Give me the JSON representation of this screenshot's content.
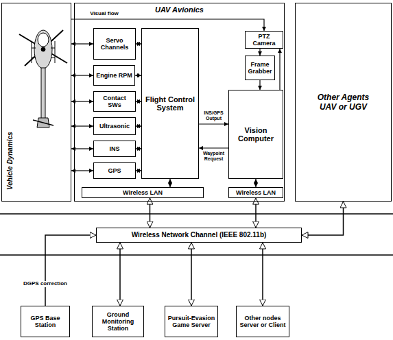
{
  "diagram": {
    "nodes": [
      {
        "text": [
          "Vehicle Dynamics"
        ]
      },
      {
        "text": [
          "UAV Avionics"
        ]
      },
      {
        "text": [
          "Servo Channels"
        ],
        "in": 1
      },
      {
        "text": [
          "Engine RPM"
        ],
        "in": 1
      },
      {
        "text": [
          "Contact SWs"
        ],
        "in": 1
      },
      {
        "text": [
          "Ultrasonic"
        ],
        "in": 1
      },
      {
        "text": [
          "INS"
        ],
        "in": 1
      },
      {
        "text": [
          "GPS"
        ],
        "in": 1
      },
      {
        "text": [
          "Flight Control System"
        ],
        "in": 1
      },
      {
        "text": [
          "PTZ Camera"
        ],
        "in": 1
      },
      {
        "text": [
          "Frame Grabber"
        ],
        "in": 1
      },
      {
        "text": [
          "Vision Computer"
        ],
        "in": 1
      },
      {
        "text": [
          "Wireless LAN"
        ],
        "in": 1
      },
      {
        "text": [
          "Wireless LAN"
        ],
        "in": 1
      },
      {
        "text": [
          "Other Agents UAV or UGV"
        ]
      },
      {
        "text": [
          "Wireless Network Channel (IEEE 802.11b)"
        ]
      },
      {
        "text": [
          "GPS Base Station"
        ]
      },
      {
        "text": [
          "Ground Monitoring Station"
        ]
      },
      {
        "text": [
          "Pursuit-Evasion Game Server"
        ]
      },
      {
        "text": [
          "Other nodes Server or Client"
        ]
      }
    ],
    "edges": [
      {
        "from": 0,
        "to": 9,
        "label": "Visual flow",
        "arrow": "to"
      },
      {
        "from": 0,
        "to": 2,
        "arrow": "both"
      },
      {
        "from": 0,
        "to": 3,
        "arrow": "both"
      },
      {
        "from": 0,
        "to": 4,
        "arrow": "both"
      },
      {
        "from": 0,
        "to": 5,
        "arrow": "both"
      },
      {
        "from": 0,
        "to": 6,
        "arrow": "both"
      },
      {
        "from": 0,
        "to": 7,
        "arrow": "both"
      },
      {
        "from": 2,
        "to": 8,
        "arrow": "both"
      },
      {
        "from": 3,
        "to": 8,
        "arrow": "both"
      },
      {
        "from": 4,
        "to": 8,
        "arrow": "both"
      },
      {
        "from": 5,
        "to": 8,
        "arrow": "both"
      },
      {
        "from": 6,
        "to": 8,
        "arrow": "both"
      },
      {
        "from": 7,
        "to": 8,
        "arrow": "both"
      },
      {
        "from": 8,
        "to": 11,
        "label": "INS/GPS Output",
        "arrow": "to"
      },
      {
        "from": 11,
        "to": 8,
        "label": "Waypoint Request",
        "arrow": "to"
      },
      {
        "from": 9,
        "to": 10,
        "arrow": "to"
      },
      {
        "from": 10,
        "to": 11,
        "arrow": "to"
      },
      {
        "from": 11,
        "to": 9,
        "arrow": "to"
      },
      {
        "from": 8,
        "to": 12,
        "arrow": "both"
      },
      {
        "from": 11,
        "to": 13,
        "arrow": "both"
      },
      {
        "from": 12,
        "to": 15,
        "arrow": "both"
      },
      {
        "from": 13,
        "to": 15,
        "arrow": "both"
      },
      {
        "from": 14,
        "to": 15,
        "arrow": "both"
      },
      {
        "from": 16,
        "to": 15,
        "label": "DGPS correction",
        "arrow": "to"
      },
      {
        "from": 15,
        "to": 17,
        "arrow": "both"
      },
      {
        "from": 15,
        "to": 18,
        "arrow": "both"
      },
      {
        "from": 15,
        "to": 19,
        "arrow": "both"
      }
    ]
  }
}
